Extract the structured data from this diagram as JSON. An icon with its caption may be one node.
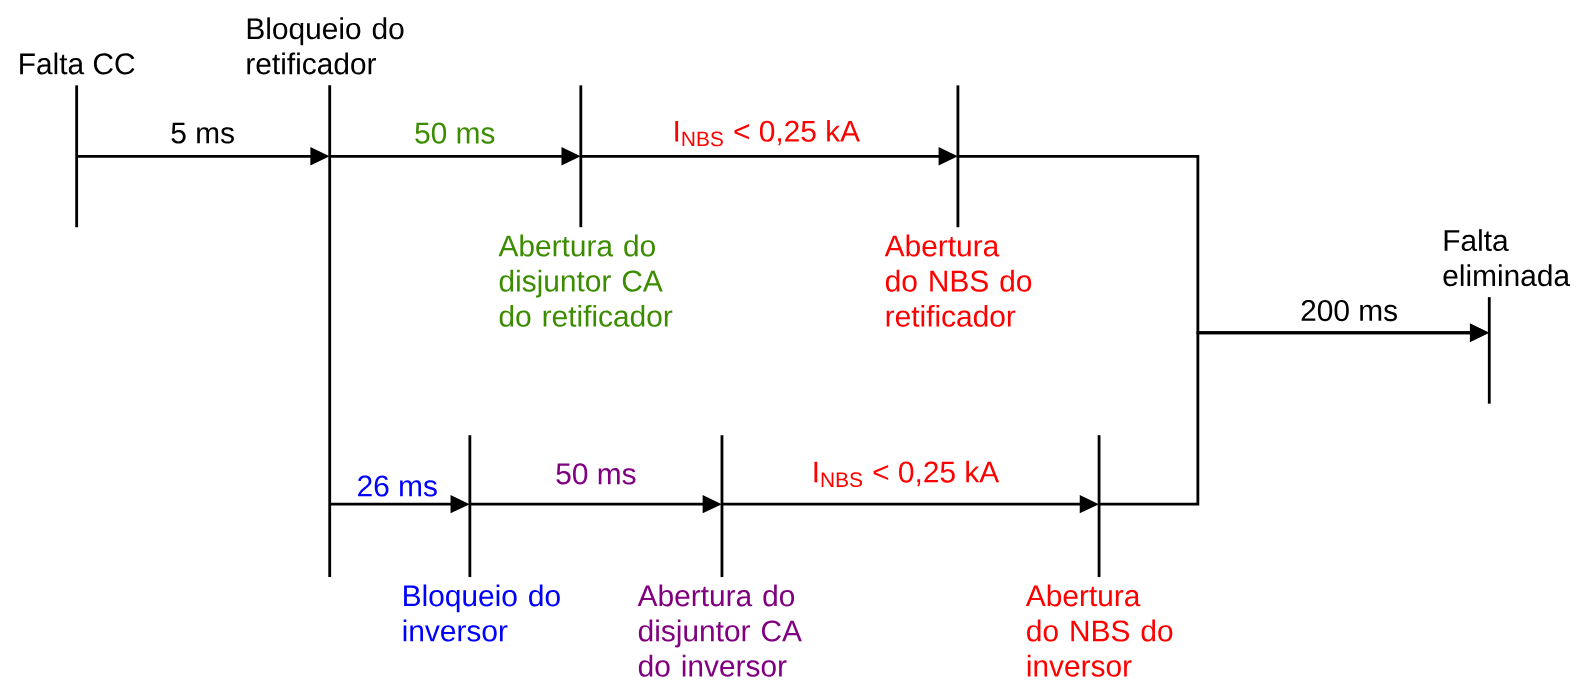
{
  "diagram": {
    "nodes": [
      {
        "text": [
          "Falta CC"
        ]
      },
      {
        "text": [
          "Bloqueio do retificador"
        ]
      },
      {
        "text": [
          "Abertura do disjuntor CA do retificador"
        ]
      },
      {
        "text": [
          "Abertura do NBS do retificador"
        ]
      },
      {
        "text": [
          "Bloqueio do inversor"
        ]
      },
      {
        "text": [
          "Abertura do disjuntor CA do inversor"
        ]
      },
      {
        "text": [
          "Abertura do NBS do inversor"
        ]
      },
      {
        "text": [
          "Falta eliminada"
        ]
      }
    ],
    "edges": [
      {
        "from": 0,
        "to": 1,
        "arrow": "to",
        "label": "5 ms"
      },
      {
        "from": 1,
        "to": 2,
        "arrow": "to",
        "label": "50 ms"
      },
      {
        "from": 2,
        "to": 3,
        "arrow": "to",
        "label": "I$_{NBS}$ < 0,25 kA"
      },
      {
        "from": 1,
        "to": 4,
        "arrow": "to",
        "label": "26 ms"
      },
      {
        "from": 4,
        "to": 5,
        "arrow": "to",
        "label": "50 ms"
      },
      {
        "from": 5,
        "to": 6,
        "arrow": "to",
        "label": "I$_{NBS}$ < 0,25 kA"
      },
      {
        "from": 3,
        "to": 7,
        "arrow": "to",
        "label": "200 ms"
      },
      {
        "from": 6,
        "to": 7,
        "arrow": "to"
      }
    ]
  }
}
